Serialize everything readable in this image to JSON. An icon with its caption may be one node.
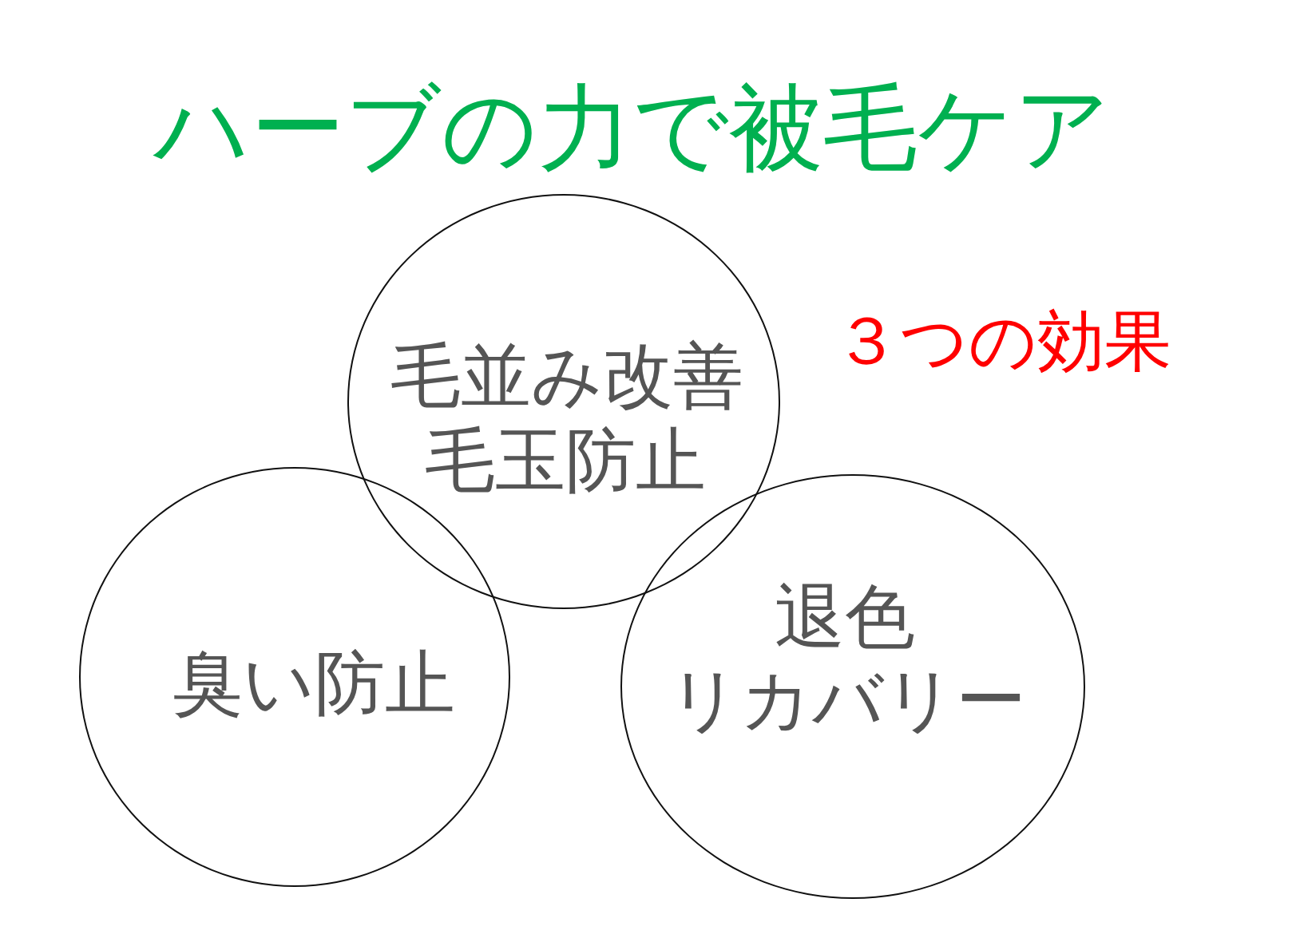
{
  "diagram": {
    "title": "ハーブの力で被毛ケア",
    "nodes": [
      {
        "text": [
          "毛並み改善",
          "毛玉防止"
        ]
      },
      {
        "text": [
          "臭い防止"
        ]
      },
      {
        "text": [
          "退色",
          "リカバリー"
        ]
      }
    ],
    "labels": [
      "３つの効果"
    ]
  }
}
